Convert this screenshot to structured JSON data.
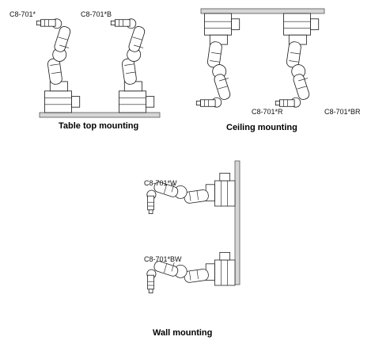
{
  "labels": {
    "table_std": "C8-701*",
    "table_b": "C8-701*B",
    "ceiling_r": "C8-701*R",
    "ceiling_br": "C8-701*BR",
    "wall_w": "C8-701*W",
    "wall_bw": "C8-701*BW"
  },
  "captions": {
    "table": "Table top mounting",
    "ceiling": "Ceiling mounting",
    "wall": "Wall mounting"
  },
  "colors": {
    "mounting_surface": "#d6d6d6",
    "line": "#222222"
  }
}
